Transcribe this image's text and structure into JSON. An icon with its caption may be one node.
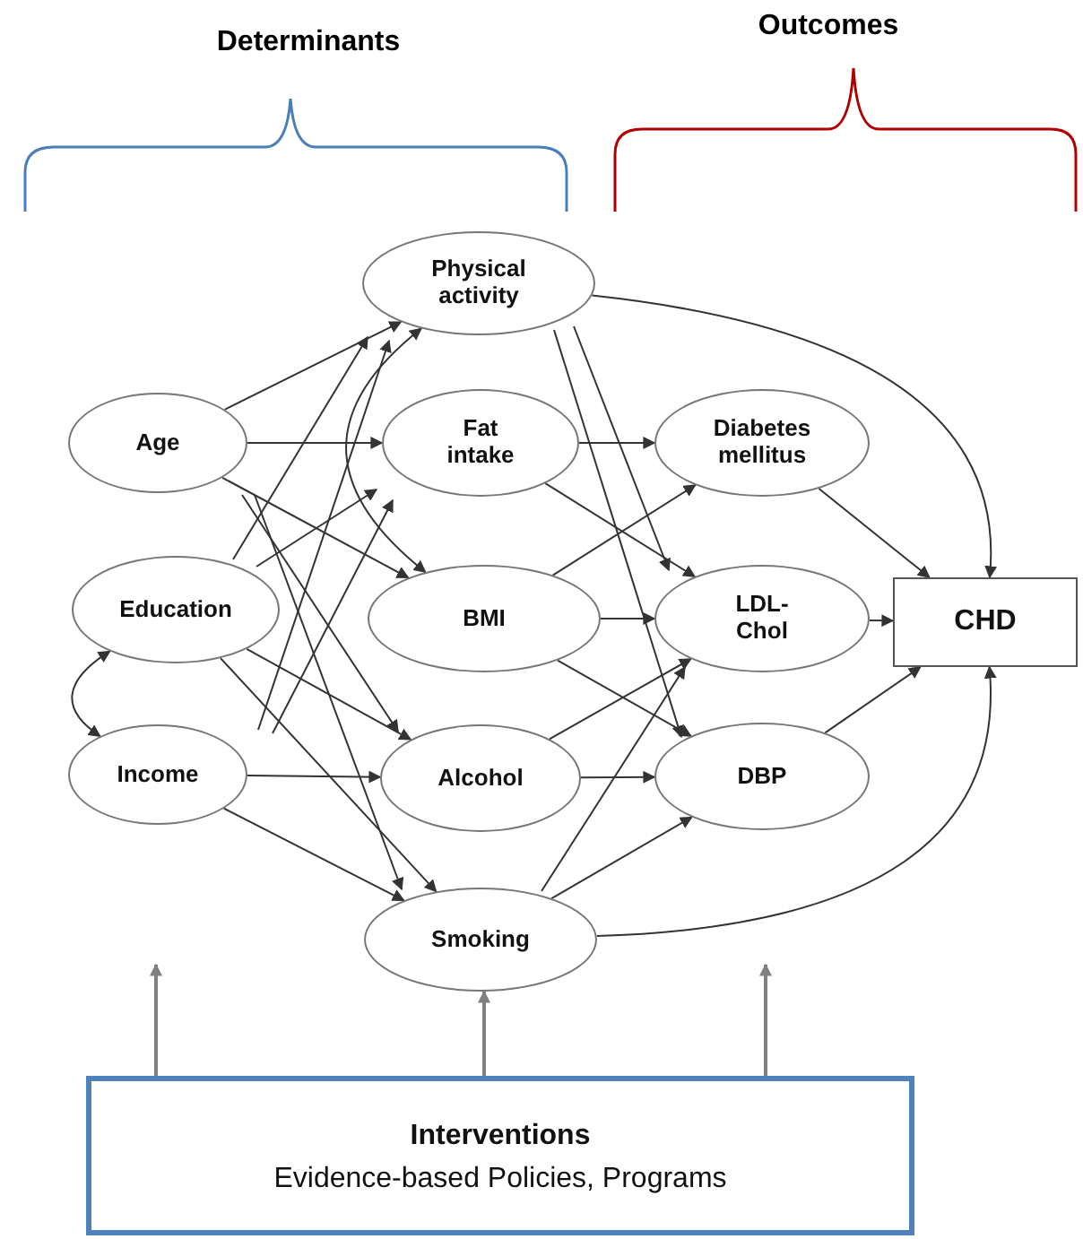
{
  "diagram": {
    "nodes": [
      {
        "text": [
          "Physical activity"
        ]
      },
      {
        "text": [
          "Age"
        ]
      },
      {
        "text": [
          "Fat intake"
        ]
      },
      {
        "text": [
          "Diabetes mellitus"
        ]
      },
      {
        "text": [
          "Education"
        ]
      },
      {
        "text": [
          "BMI"
        ]
      },
      {
        "text": [
          "LDL-Chol"
        ]
      },
      {
        "text": [
          "CHD"
        ]
      },
      {
        "text": [
          "Income"
        ]
      },
      {
        "text": [
          "Alcohol"
        ]
      },
      {
        "text": [
          "DBP"
        ]
      },
      {
        "text": [
          "Smoking"
        ]
      },
      {
        "text": [
          "Interventions",
          "Evidence-based Policies, Programs"
        ]
      }
    ],
    "edges": [
      {
        "from": 1,
        "to": 0,
        "arrow": "to"
      },
      {
        "from": 1,
        "to": 2,
        "arrow": "to"
      },
      {
        "from": 1,
        "to": 5,
        "arrow": "to"
      },
      {
        "from": 1,
        "to": 9,
        "arrow": "to"
      },
      {
        "from": 1,
        "to": 11,
        "arrow": "to"
      },
      {
        "from": 4,
        "to": 0,
        "arrow": "to"
      },
      {
        "from": 4,
        "to": 2,
        "arrow": "to"
      },
      {
        "from": 4,
        "to": 9,
        "arrow": "to"
      },
      {
        "from": 4,
        "to": 11,
        "arrow": "to"
      },
      {
        "from": 4,
        "to": 8,
        "arrow": "both"
      },
      {
        "from": 8,
        "to": 0,
        "arrow": "to"
      },
      {
        "from": 8,
        "to": 2,
        "arrow": "to"
      },
      {
        "from": 8,
        "to": 9,
        "arrow": "to"
      },
      {
        "from": 8,
        "to": 11,
        "arrow": "to"
      },
      {
        "from": 0,
        "to": 5,
        "arrow": "both"
      },
      {
        "from": 0,
        "to": 6,
        "arrow": "to"
      },
      {
        "from": 0,
        "to": 10,
        "arrow": "to"
      },
      {
        "from": 0,
        "to": 7,
        "arrow": "to"
      },
      {
        "from": 2,
        "to": 3,
        "arrow": "to"
      },
      {
        "from": 2,
        "to": 6,
        "arrow": "to"
      },
      {
        "from": 5,
        "to": 3,
        "arrow": "to"
      },
      {
        "from": 5,
        "to": 6,
        "arrow": "to"
      },
      {
        "from": 5,
        "to": 10,
        "arrow": "to"
      },
      {
        "from": 9,
        "to": 6,
        "arrow": "to"
      },
      {
        "from": 9,
        "to": 10,
        "arrow": "to"
      },
      {
        "from": 11,
        "to": 6,
        "arrow": "to"
      },
      {
        "from": 11,
        "to": 10,
        "arrow": "to"
      },
      {
        "from": 11,
        "to": 7,
        "arrow": "to"
      },
      {
        "from": 3,
        "to": 7,
        "arrow": "to"
      },
      {
        "from": 6,
        "to": 7,
        "arrow": "to"
      },
      {
        "from": 10,
        "to": 7,
        "arrow": "to"
      },
      {
        "from": 12,
        "to": null,
        "arrow": "to",
        "color": "#808080"
      },
      {
        "from": 12,
        "to": 11,
        "arrow": "to",
        "color": "#808080"
      },
      {
        "from": 12,
        "to": null,
        "arrow": "to",
        "color": "#808080"
      }
    ],
    "labels": [
      "Determinants",
      "Outcomes"
    ]
  }
}
